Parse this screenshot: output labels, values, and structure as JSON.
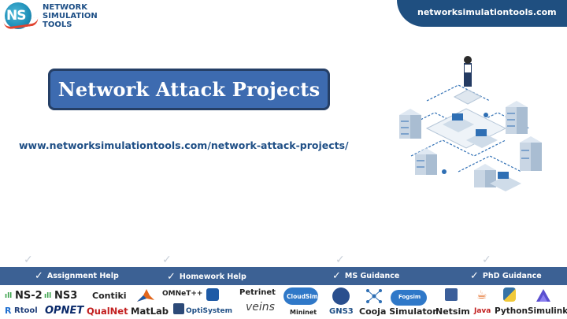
{
  "header": {
    "logo_initials": "NS",
    "logo_lines": [
      "NETWORK",
      "SIMULATION",
      "TOOLS"
    ],
    "site_url": "networksimulationtools.com"
  },
  "hero": {
    "title": "Network Attack Projects",
    "page_url": "www.networksimulationtools.com/network-attack-projects/"
  },
  "services": [
    {
      "label": "Assignment Help",
      "icon": "checkmark-icon"
    },
    {
      "label": "Homework Help",
      "icon": "checkmark-icon"
    },
    {
      "label": "MS  Guidance",
      "icon": "checkmark-icon"
    },
    {
      "label": "PhD  Guidance",
      "icon": "checkmark-icon"
    }
  ],
  "tools": {
    "ns2": "NS-2",
    "ns3": "NS3",
    "contiki": "Contiki",
    "omnet": "OMNeT++",
    "petrinet": "Petrinet",
    "cloudsim": "CloudSim",
    "fogsim": "Fogsim",
    "rtool": "Rtool",
    "opnet": "OPNET",
    "qualnet": "QualNet",
    "matlab": "MatLab",
    "optisystem": "OptiSystem",
    "veins": "veins",
    "mininet": "Mininet",
    "gns3": "GNS3",
    "cooja": "Cooja Simulator",
    "netsim": "Netsim",
    "java": "Java",
    "python": "Python",
    "simulink": "Simulink"
  },
  "colors": {
    "brand_dark": "#1f4f80",
    "title_fill": "#3d6bb0",
    "service_bar": "#3c6194",
    "link_text": "#1f4f86"
  }
}
